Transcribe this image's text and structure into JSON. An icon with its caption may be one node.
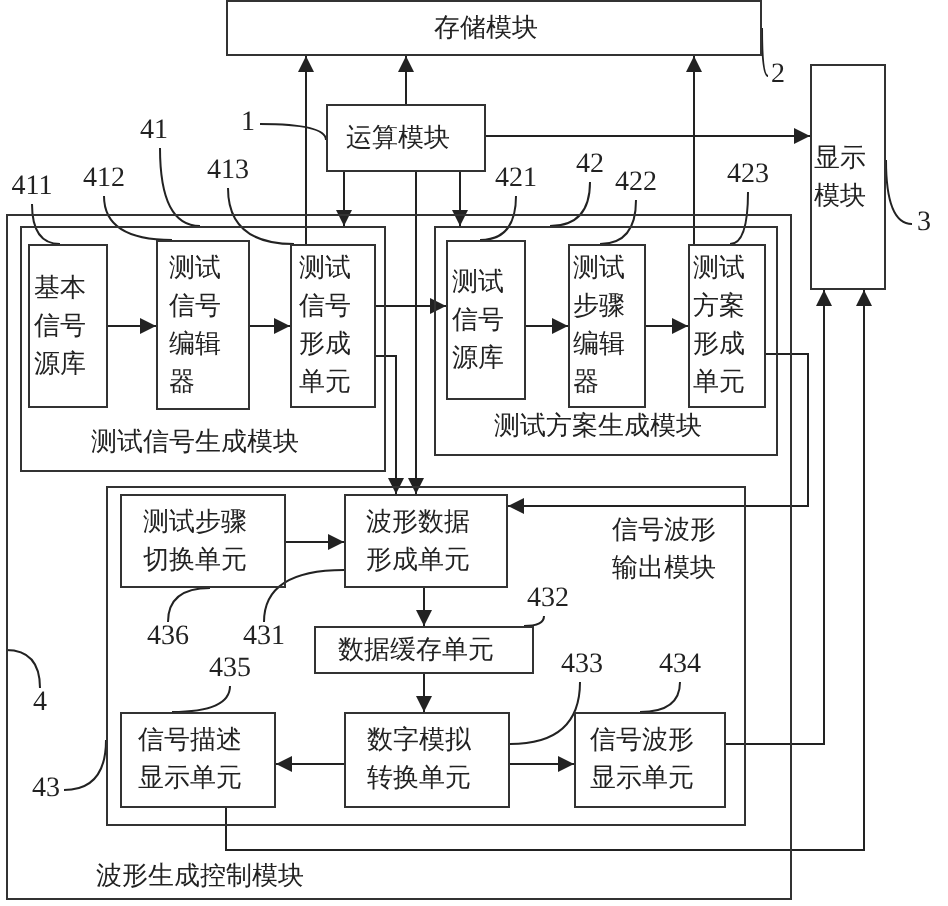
{
  "diagram": {
    "nodes": [
      {
        "text": [
          "存储模块"
        ]
      },
      {
        "text": [
          "运算模块"
        ]
      },
      {
        "text": [
          "显示模块"
        ]
      },
      {
        "text": [
          "波形生成控制模块"
        ]
      },
      {
        "text": [
          "测试信号生成模块"
        ],
        "in": 3
      },
      {
        "text": [
          "基本信号源库"
        ],
        "in": 4
      },
      {
        "text": [
          "测试信号编辑器"
        ],
        "in": 4
      },
      {
        "text": [
          "测试信号形成单元"
        ],
        "in": 4
      },
      {
        "text": [
          "测试方案生成模块"
        ],
        "in": 3
      },
      {
        "text": [
          "测试信号源库"
        ],
        "in": 8
      },
      {
        "text": [
          "测试步骤编辑器"
        ],
        "in": 8
      },
      {
        "text": [
          "测试方案形成单元"
        ],
        "in": 8
      },
      {
        "text": [
          "信号波形输出模块"
        ],
        "in": 3
      },
      {
        "text": [
          "测试步骤切换单元"
        ],
        "in": 12
      },
      {
        "text": [
          "波形数据形成单元"
        ],
        "in": 12
      },
      {
        "text": [
          "数据缓存单元"
        ],
        "in": 12
      },
      {
        "text": [
          "信号描述显示单元"
        ],
        "in": 12
      },
      {
        "text": [
          "数字模拟转换单元"
        ],
        "in": 12
      },
      {
        "text": [
          "信号波形显示单元"
        ],
        "in": 12
      },
      {
        "text": [
          "1"
        ]
      },
      {
        "text": [
          "2"
        ]
      },
      {
        "text": [
          "3"
        ]
      },
      {
        "text": [
          "4"
        ],
        "in": 3
      },
      {
        "text": [
          "41"
        ]
      },
      {
        "text": [
          "411"
        ]
      },
      {
        "text": [
          "412"
        ]
      },
      {
        "text": [
          "413"
        ]
      },
      {
        "text": [
          "42"
        ]
      },
      {
        "text": [
          "421"
        ]
      },
      {
        "text": [
          "422"
        ]
      },
      {
        "text": [
          "423"
        ]
      },
      {
        "text": [
          "43"
        ],
        "in": 3
      },
      {
        "text": [
          "431"
        ],
        "in": 12
      },
      {
        "text": [
          "432"
        ],
        "in": 12
      },
      {
        "text": [
          "433"
        ],
        "in": 12
      },
      {
        "text": [
          "434"
        ],
        "in": 12
      },
      {
        "text": [
          "435"
        ],
        "in": 12
      },
      {
        "text": [
          "436"
        ],
        "in": 12
      }
    ],
    "edges": [
      {
        "from": 1,
        "to": 0,
        "arrow": "to"
      },
      {
        "from": 7,
        "to": 0,
        "arrow": "to"
      },
      {
        "from": 11,
        "to": 0,
        "arrow": "to"
      },
      {
        "from": 1,
        "to": 4,
        "arrow": "to"
      },
      {
        "from": 1,
        "to": 8,
        "arrow": "to"
      },
      {
        "from": 1,
        "to": 2,
        "arrow": "to"
      },
      {
        "from": 1,
        "to": 14,
        "arrow": "to"
      },
      {
        "from": 5,
        "to": 6,
        "arrow": "to"
      },
      {
        "from": 6,
        "to": 7,
        "arrow": "to"
      },
      {
        "from": 7,
        "to": 9,
        "arrow": "to"
      },
      {
        "from": 9,
        "to": 10,
        "arrow": "to"
      },
      {
        "from": 10,
        "to": 11,
        "arrow": "to"
      },
      {
        "from": 7,
        "to": 14,
        "arrow": "to"
      },
      {
        "from": 11,
        "to": 14,
        "arrow": "to"
      },
      {
        "from": 13,
        "to": 14,
        "arrow": "to"
      },
      {
        "from": 14,
        "to": 15,
        "arrow": "to"
      },
      {
        "from": 15,
        "to": 17,
        "arrow": "to"
      },
      {
        "from": 17,
        "to": 16,
        "arrow": "to"
      },
      {
        "from": 17,
        "to": 18,
        "arrow": "to"
      },
      {
        "from": 18,
        "to": 2,
        "arrow": "to"
      },
      {
        "from": 16,
        "to": 2,
        "arrow": "to"
      },
      {
        "from": 19,
        "to": 1,
        "arrow": "none"
      },
      {
        "from": 20,
        "to": 0,
        "arrow": "none"
      },
      {
        "from": 21,
        "to": 2,
        "arrow": "none"
      },
      {
        "from": 22,
        "to": 3,
        "arrow": "none"
      },
      {
        "from": 23,
        "to": 4,
        "arrow": "none"
      },
      {
        "from": 24,
        "to": 5,
        "arrow": "none"
      },
      {
        "from": 25,
        "to": 6,
        "arrow": "none"
      },
      {
        "from": 26,
        "to": 7,
        "arrow": "none"
      },
      {
        "from": 27,
        "to": 8,
        "arrow": "none"
      },
      {
        "from": 28,
        "to": 9,
        "arrow": "none"
      },
      {
        "from": 29,
        "to": 10,
        "arrow": "none"
      },
      {
        "from": 30,
        "to": 11,
        "arrow": "none"
      },
      {
        "from": 31,
        "to": 12,
        "arrow": "none"
      },
      {
        "from": 32,
        "to": 14,
        "arrow": "none"
      },
      {
        "from": 33,
        "to": 15,
        "arrow": "none"
      },
      {
        "from": 34,
        "to": 17,
        "arrow": "none"
      },
      {
        "from": 35,
        "to": 18,
        "arrow": "none"
      },
      {
        "from": 36,
        "to": 16,
        "arrow": "none"
      },
      {
        "from": 37,
        "to": 13,
        "arrow": "none"
      }
    ]
  }
}
